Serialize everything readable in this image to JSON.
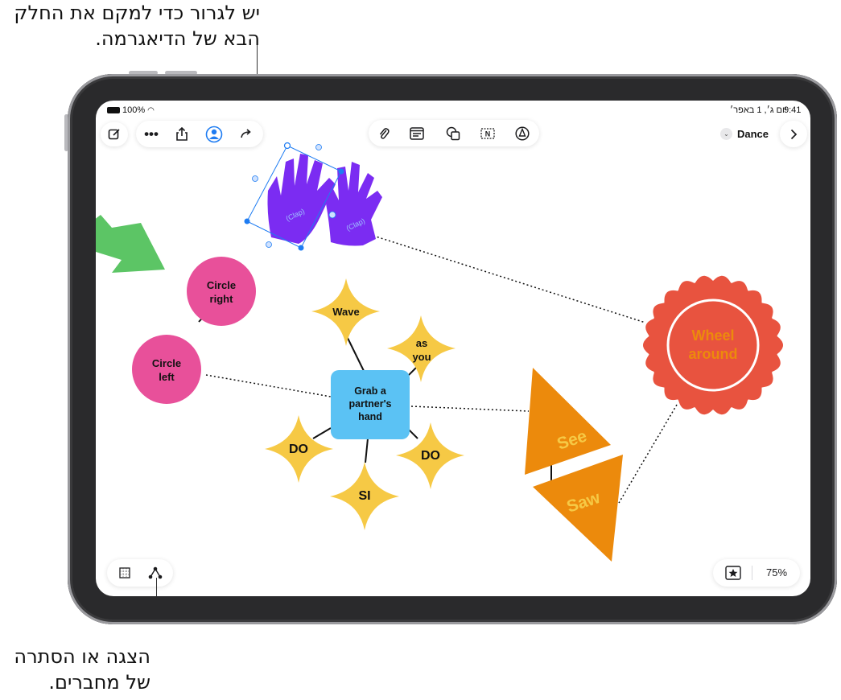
{
  "callouts": {
    "top_line1": "יש לגרור כדי למקם את החלק",
    "top_line2": "הבא של הדיאגרמה.",
    "bottom_line1": "הצגה או הסתרה",
    "bottom_line2": "של מחברים."
  },
  "status_bar": {
    "battery": "100%",
    "time": "9:41",
    "date": "יום ג׳, 1 באפר׳"
  },
  "toolbar": {
    "board_title": "Dance"
  },
  "canvas": {
    "hand_label_1": "(Clap)",
    "hand_label_2": "(Clap)",
    "circle_right": [
      "Circle",
      "right"
    ],
    "circle_left": [
      "Circle",
      "left"
    ],
    "wave": "Wave",
    "as_you": [
      "as",
      "you"
    ],
    "center": [
      "Grab a",
      "partner's",
      "hand"
    ],
    "do_left": "DO",
    "do_right": "DO",
    "si": "SI",
    "wheel": [
      "Wheel",
      "around"
    ],
    "see": "See",
    "saw": "Saw"
  },
  "bottom_bar": {
    "zoom": "75%"
  },
  "colors": {
    "accent": "#1E7CF2",
    "pink": "#E8509A",
    "star": "#F6C945",
    "node_blue": "#5BC2F4",
    "wheel_red": "#E8533F",
    "triangle_orange": "#EC8A0C",
    "hands_purple": "#7B2CF2",
    "arrow_green": "#5CC565"
  }
}
